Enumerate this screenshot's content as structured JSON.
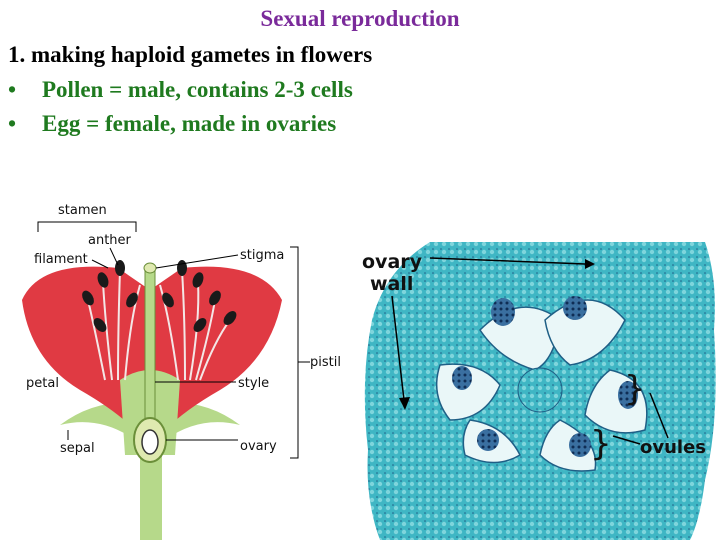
{
  "title": "Sexual reproduction",
  "lines": [
    {
      "prefix": "",
      "text": "1. making haploid gametes in flowers"
    },
    {
      "prefix": "•",
      "text": "Pollen = male, contains 2-3 cells"
    },
    {
      "prefix": "•",
      "text": "Egg = female, made in ovaries"
    }
  ],
  "flower_labels": {
    "stamen": "stamen",
    "anther": "anther",
    "filament": "filament",
    "stigma": "stigma",
    "pistil": "pistil",
    "petal": "petal",
    "style": "style",
    "sepal": "sepal",
    "ovary": "ovary"
  },
  "section_labels": {
    "ovary_wall_1": "ovary",
    "ovary_wall_2": "wall",
    "ovules": "ovules"
  },
  "colors": {
    "title": "#7a2a9a",
    "bullets": "#1f7a1f",
    "petal": "#e03a43",
    "section": "#3fb6c4"
  }
}
